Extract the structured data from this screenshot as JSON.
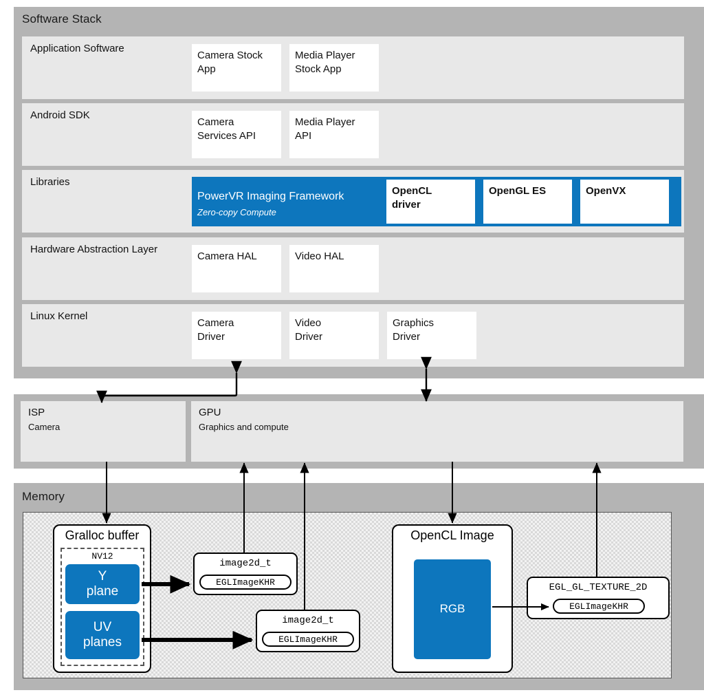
{
  "software_stack": {
    "title": "Software Stack",
    "rows": [
      {
        "label": "Application Software",
        "boxes": [
          "Camera Stock\nApp",
          "Media Player\nStock App"
        ]
      },
      {
        "label": "Android SDK",
        "boxes": [
          "Camera\nServices API",
          "Media Player\nAPI"
        ]
      },
      {
        "label": "Libraries",
        "blue_strip": {
          "title": "PowerVR Imaging Framework",
          "subtitle": "Zero-copy Compute"
        },
        "boxes": [
          "OpenCL\ndriver",
          "OpenGL ES",
          "OpenVX"
        ]
      },
      {
        "label": "Hardware Abstraction Layer",
        "boxes": [
          "Camera HAL",
          "Video HAL"
        ]
      },
      {
        "label": "Linux Kernel",
        "boxes": [
          "Camera\nDriver",
          "Video\nDriver",
          "Graphics\nDriver"
        ]
      }
    ]
  },
  "hardware": {
    "blocks": [
      {
        "title": "ISP",
        "subtitle": "Camera"
      },
      {
        "title": "GPU",
        "subtitle": "Graphics and compute"
      }
    ]
  },
  "memory": {
    "title": "Memory",
    "gralloc": {
      "title": "Gralloc buffer",
      "format": "NV12",
      "planes": [
        "Y\nplane",
        "UV\nplanes"
      ]
    },
    "image2d_top": {
      "title": "image2d_t",
      "capsule": "EGLImageKHR"
    },
    "image2d_bottom": {
      "title": "image2d_t",
      "capsule": "EGLImageKHR"
    },
    "opencl_image": {
      "title": "OpenCL Image",
      "format": "RGB"
    },
    "egl_texture": {
      "title": "EGL_GL_TEXTURE_2D",
      "capsule": "EGLImageKHR"
    }
  },
  "colors": {
    "blue": "#0d76bd",
    "panel_gray": "#b4b4b4",
    "row_gray": "#e8e8e8"
  }
}
